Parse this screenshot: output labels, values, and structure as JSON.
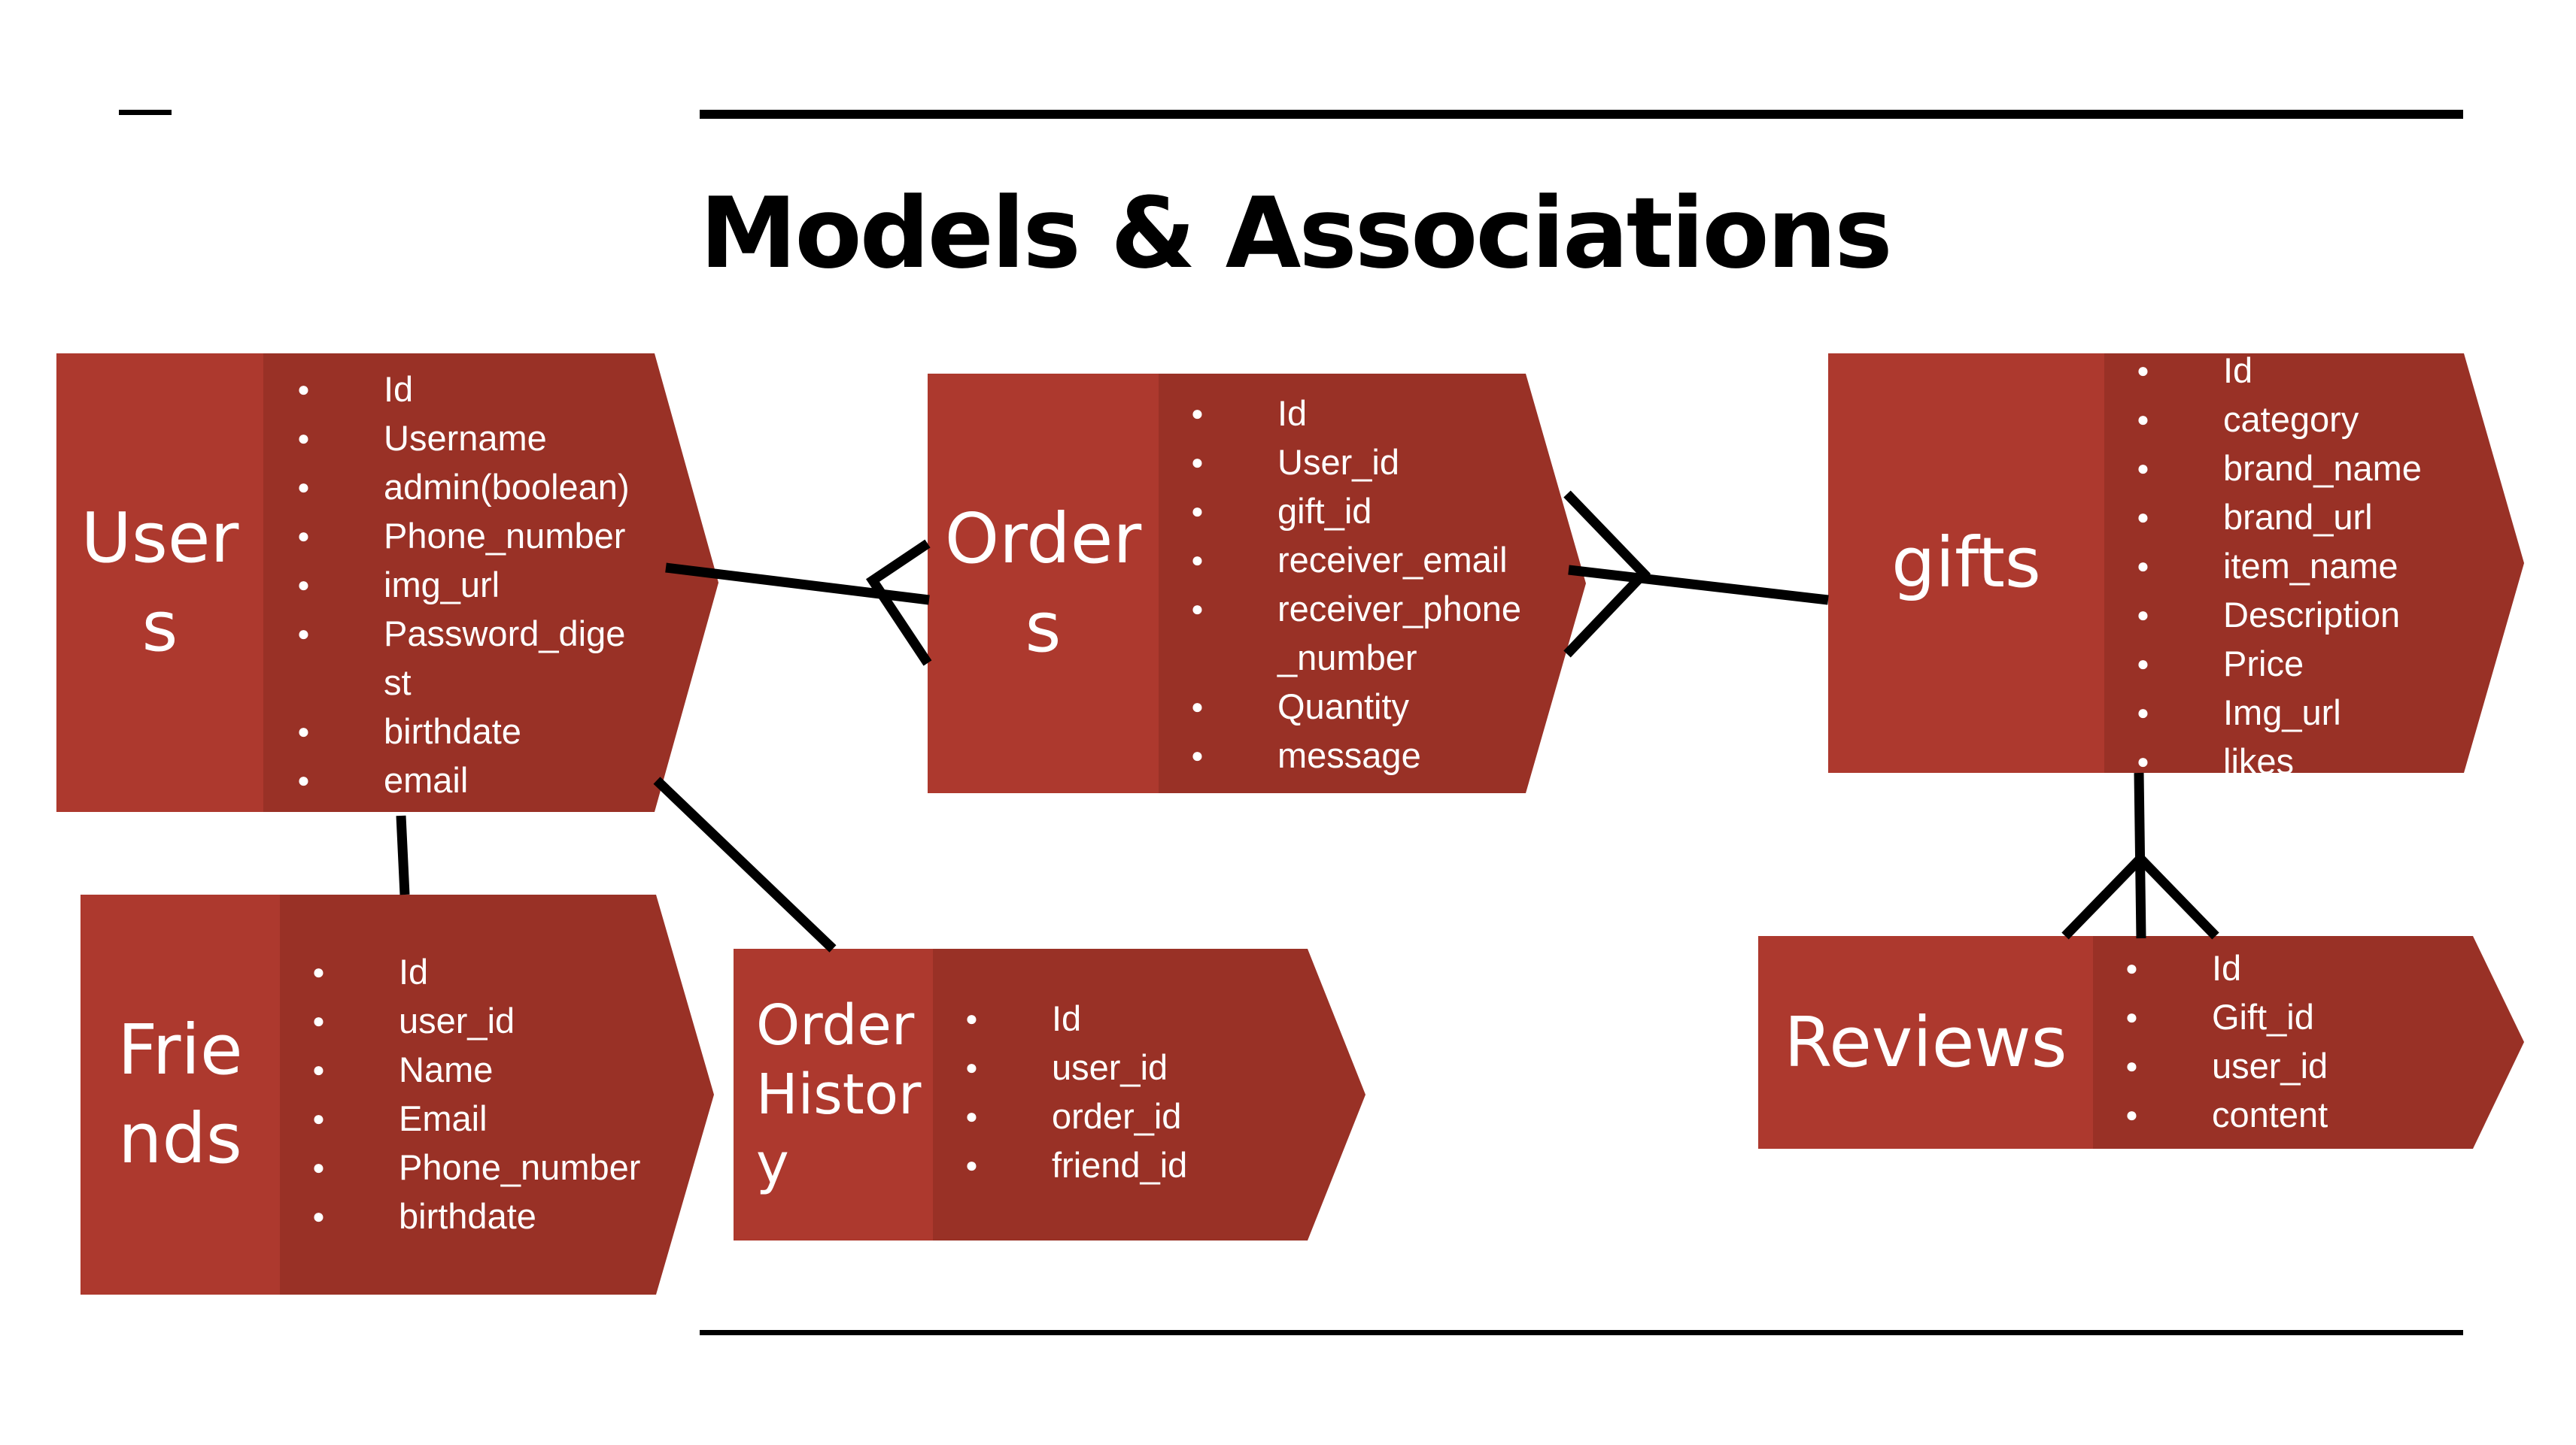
{
  "title": "Models & Associations",
  "colors": {
    "title_bar": "#ad392e",
    "body": "#993126",
    "text": "#ffffff",
    "line": "#000000"
  },
  "models": {
    "users": {
      "name": "User\ns",
      "fields": [
        "Id",
        "Username",
        "admin(boolean)",
        "Phone_number",
        "img_url",
        "Password_dige\nst",
        "birthdate",
        "email"
      ]
    },
    "orders": {
      "name": "Order\ns",
      "fields": [
        "Id",
        "User_id",
        "gift_id",
        "receiver_email",
        "receiver_phone\n_number",
        "Quantity",
        "message"
      ]
    },
    "gifts": {
      "name": "gifts",
      "fields": [
        "Id",
        "category",
        "brand_name",
        "brand_url",
        "item_name",
        "Description",
        "Price",
        "Img_url",
        "likes"
      ]
    },
    "friends": {
      "name": "Frie\nnds",
      "fields": [
        "Id",
        "user_id",
        "Name",
        "Email",
        "Phone_number",
        "birthdate"
      ]
    },
    "order_history": {
      "name": "Order\nHistor\ny",
      "fields": [
        "Id",
        "user_id",
        "order_id",
        "friend_id"
      ]
    },
    "reviews": {
      "name": "Reviews",
      "fields": [
        "Id",
        "Gift_id",
        "user_id",
        "content"
      ]
    }
  }
}
